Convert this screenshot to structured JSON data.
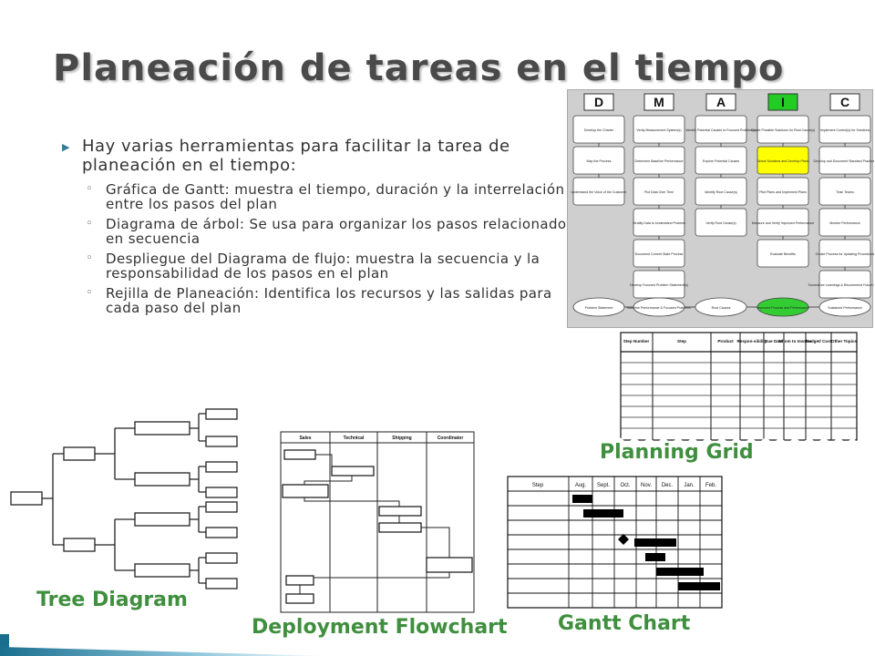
{
  "title": "Planeación de tareas en el tiempo",
  "bullets": {
    "main": "Hay varias herramientas para facilitar la tarea de planeación  en el tiempo:",
    "sub": [
      "Gráfica de Gantt: muestra el tiempo, duración y la interrelación entre los pasos del plan",
      "Diagrama de árbol: Se usa para organizar los pasos relacionados en secuencia",
      "Despliegue del Diagrama de flujo: muestra la secuencia y la responsabilidad de los pasos en el plan",
      "Rejilla  de Planeación: Identifica los recursos y las salidas para cada paso del plan"
    ]
  },
  "dmaic": {
    "phases": [
      "D",
      "M",
      "A",
      "I",
      "C"
    ],
    "columns": [
      [
        "Develop the Charter",
        "Map the Process",
        "Understand the Voice of the Customer"
      ],
      [
        "Verify Measurement System(s)",
        "Determine Baseline Performance",
        "Plot Data Over Time",
        "Stratify Data to Understand Problem",
        "Document Current State Process",
        "Develop Focused Problem Statement(s)"
      ],
      [
        "Identify Potential Causes to Focused Problem(s)",
        "Explore Potential Causes",
        "Identify Root Cause(s)",
        "Verify Root Cause(s)"
      ],
      [
        "Create Possible Solutions for Root Cause(s)",
        "Select Solutions and Develop Plans",
        "Pilot Plans and Implement Plans",
        "Measure and Verify Improved Performance",
        "Evaluate Benefits"
      ],
      [
        "Implement Control(s) for Solutions",
        "Develop and Document Standard Practices",
        "Train Teams",
        "Monitor Performance",
        "Create Process for Updating Procedures",
        "Summarize Learnings & Recommend Future Plans"
      ]
    ],
    "outputs": [
      "Problem Statement",
      "Baseline Performance & Focused Problems",
      "Root Causes",
      "Improved Process and Performance",
      "Sustained Performance"
    ],
    "highlight_color": "#ffff00",
    "output_highlight_color": "#33cc33"
  },
  "planning_grid": {
    "label": "Planning Grid",
    "headers": [
      "Step Number",
      "Step",
      "Product",
      "Respon-sibility",
      "Due Date",
      "Whom to Involve",
      "Budget/ Cost",
      "Other Topics"
    ],
    "rows": 9
  },
  "tree": {
    "label": "Tree Diagram"
  },
  "flowchart": {
    "label": "Deployment Flowchart",
    "headers": [
      "Sales",
      "Technical",
      "Shipping",
      "Coordinator"
    ]
  },
  "gantt": {
    "label": "Gantt Chart",
    "headers": [
      "Step",
      "Aug.",
      "Sept.",
      "Oct.",
      "Nov.",
      "Dec.",
      "Jan.",
      "Feb."
    ]
  },
  "colors": {
    "label_green": "#3f8f3f",
    "accent_blue": "#3a7a9a"
  }
}
